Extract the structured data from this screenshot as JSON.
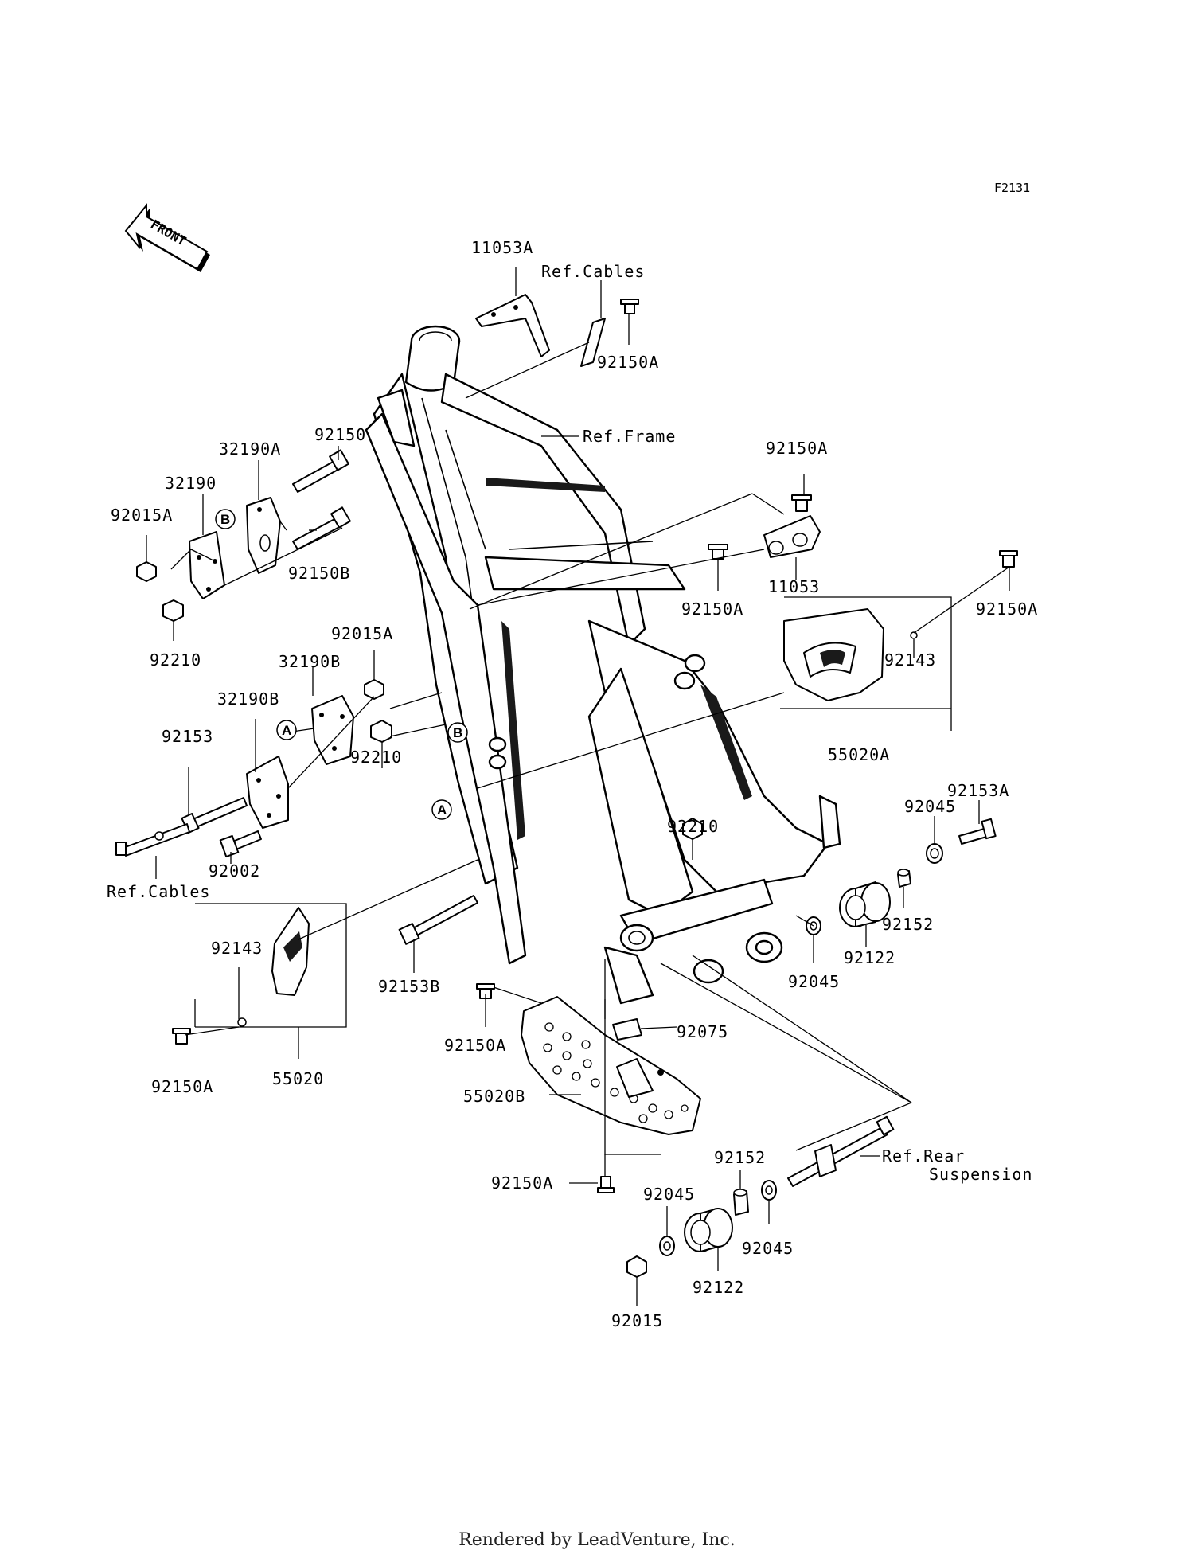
{
  "figure_code": "F2131",
  "front_arrow": "FRONT",
  "footer": "Rendered by LeadVenture, Inc.",
  "labels": {
    "p11053A": "11053A",
    "refCablesTop": "Ref.Cables",
    "p92150A_1": "92150A",
    "refFrame": "Ref.Frame",
    "p92150": "92150",
    "p32190A": "32190A",
    "p32190": "32190",
    "p92015A_1": "92015A",
    "p92150B": "92150B",
    "p92210_1": "92210",
    "p92150A_2": "92150A",
    "p11053": "11053",
    "p92150A_3": "92150A",
    "p92150A_4": "92150A",
    "p92143_1": "92143",
    "p55020A": "55020A",
    "p92015A_2": "92015A",
    "p32190B_1": "32190B",
    "p32190B_2": "32190B",
    "p92153": "92153",
    "p92210_2": "92210",
    "p92210_3": "92210",
    "p92002": "92002",
    "refCablesLeft": "Ref.Cables",
    "p92153A": "92153A",
    "p92045_1": "92045",
    "p92152_1": "92152",
    "p92122_1": "92122",
    "p92045_2": "92045",
    "p92143_2": "92143",
    "p92153B": "92153B",
    "p92150A_5": "92150A",
    "p92075": "92075",
    "p55020": "55020",
    "p92150A_6": "92150A",
    "p55020B": "55020B",
    "p92150A_7": "92150A",
    "p92152_2": "92152",
    "refRear1": "Ref.Rear",
    "refRear2": "Suspension",
    "p92045_3": "92045",
    "p92045_4": "92045",
    "p92122_2": "92122",
    "p92015": "92015"
  },
  "callouts": {
    "A": "A",
    "B": "B"
  },
  "icons": [
    "front-arrow-icon"
  ]
}
